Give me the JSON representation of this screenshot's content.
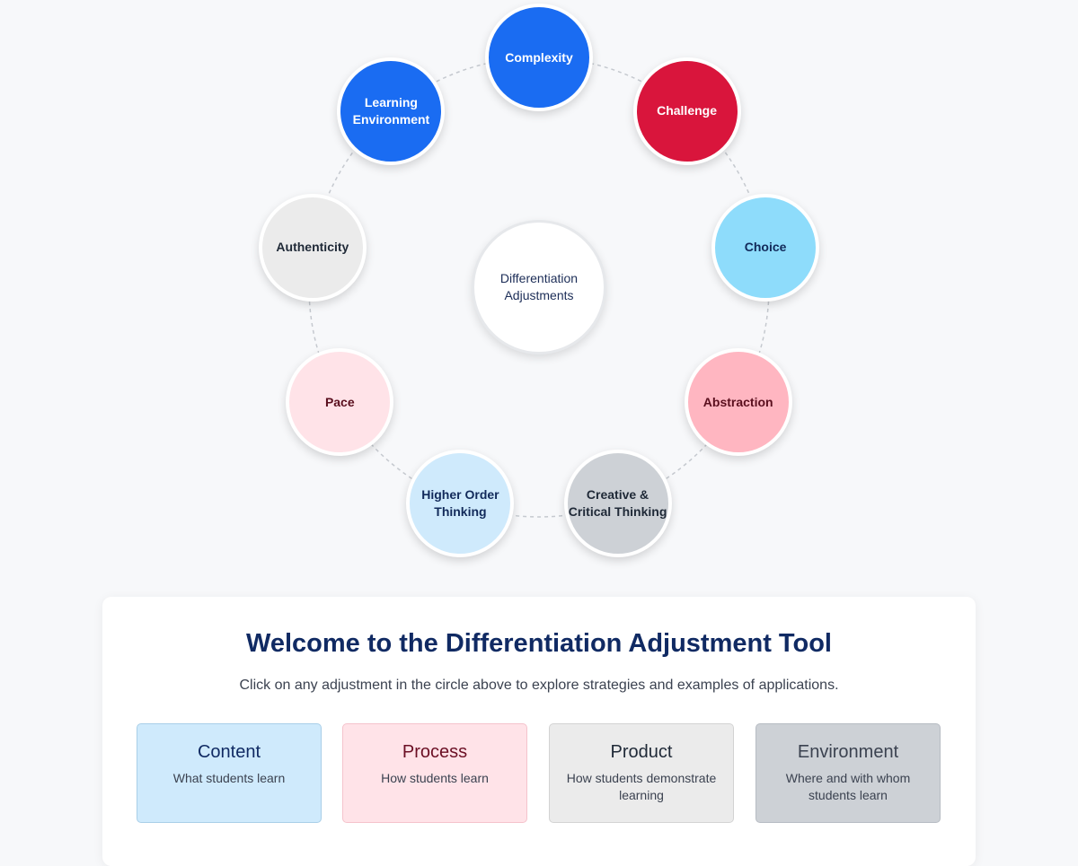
{
  "wheel": {
    "center_label": "Differentiation\nAdjustments",
    "nodes": [
      {
        "label": "Complexity",
        "bg": "#1a6cf2",
        "fg": "#ffffff"
      },
      {
        "label": "Challenge",
        "bg": "#d9153c",
        "fg": "#ffffff"
      },
      {
        "label": "Choice",
        "bg": "#8edcfb",
        "fg": "#122a5a"
      },
      {
        "label": "Abstraction",
        "bg": "#ffb6c1",
        "fg": "#5a0f1e"
      },
      {
        "label": "Creative &\nCritical Thinking",
        "bg": "#cdd1d6",
        "fg": "#1f2937"
      },
      {
        "label": "Higher Order\nThinking",
        "bg": "#cfeafc",
        "fg": "#122a5a"
      },
      {
        "label": "Pace",
        "bg": "#ffe3e8",
        "fg": "#5a0f1e"
      },
      {
        "label": "Authenticity",
        "bg": "#ebebeb",
        "fg": "#1f2937"
      },
      {
        "label": "Learning\nEnvironment",
        "bg": "#1a6cf2",
        "fg": "#ffffff"
      }
    ]
  },
  "welcome": {
    "title": "Welcome to the Differentiation Adjustment Tool",
    "subtitle": "Click on any adjustment in the circle above to explore strategies and examples of applications."
  },
  "categories": [
    {
      "title": "Content",
      "description": "What students learn",
      "bg": "#cfeafc",
      "border": "#a9cfe8",
      "title_color": "#102a63"
    },
    {
      "title": "Process",
      "description": "How students learn",
      "bg": "#ffe3e8",
      "border": "#f5c3cc",
      "title_color": "#6b0f24"
    },
    {
      "title": "Product",
      "description": "How students demonstrate learning",
      "bg": "#ebebeb",
      "border": "#d3d3d3",
      "title_color": "#1f2937"
    },
    {
      "title": "Environment",
      "description": "Where and with whom students learn",
      "bg": "#cdd1d6",
      "border": "#b7bcc3",
      "title_color": "#3b4250"
    }
  ]
}
